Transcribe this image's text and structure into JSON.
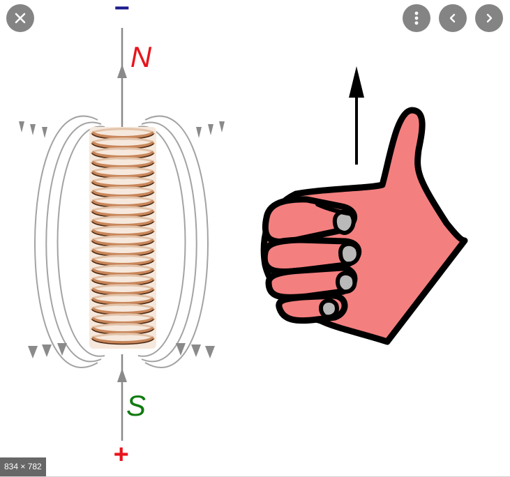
{
  "viewer": {
    "close_icon": "close-icon",
    "more_icon": "more-vertical-icon",
    "prev_icon": "chevron-left-icon",
    "next_icon": "chevron-right-icon",
    "dimensions": "834 × 782",
    "overlay_color": "#6e6e6e"
  },
  "figure": {
    "minus_label": "−",
    "north_label": "N",
    "south_label": "S",
    "plus_label": "+",
    "colors": {
      "minus": "#1a1a8c",
      "north": "#e8141c",
      "south": "#0f7a0f",
      "plus": "#e8141c",
      "coil": "#c8865a",
      "hand": "#f47f7f",
      "nails": "#b9b9b9",
      "field_lines": "#9a9a9a"
    }
  }
}
